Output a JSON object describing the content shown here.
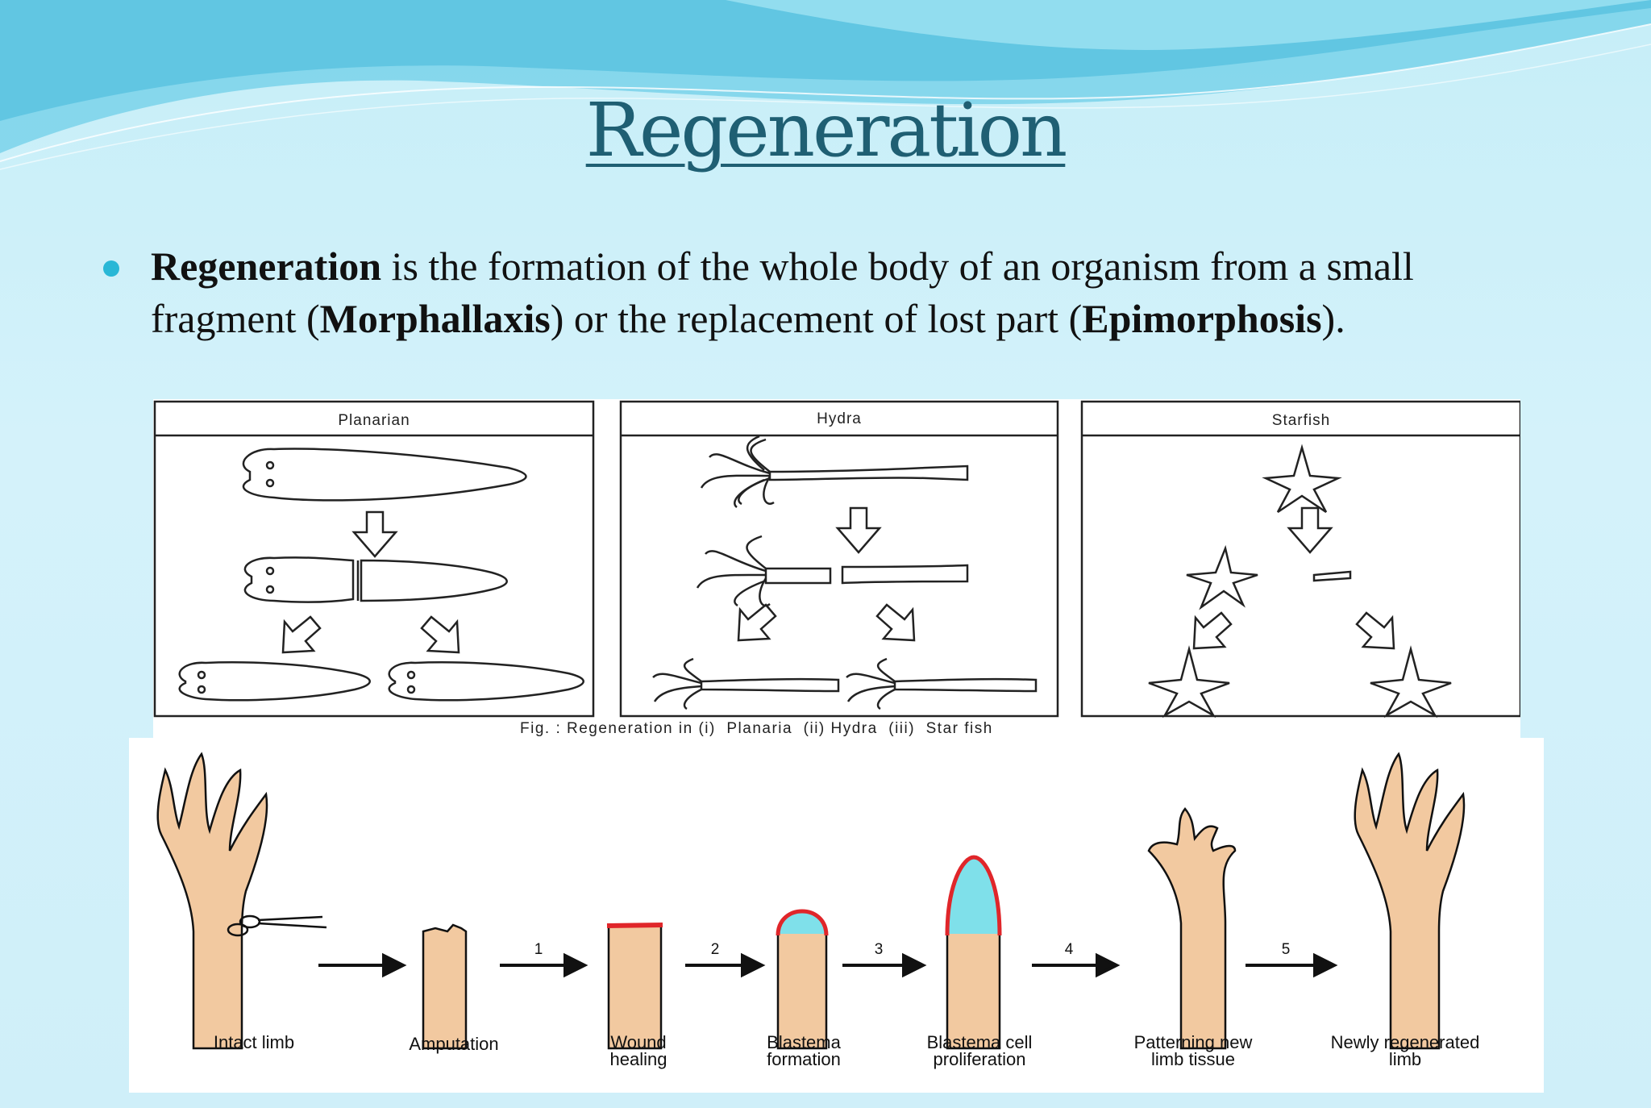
{
  "slide": {
    "title": "Regeneration",
    "bullet": {
      "term": "Regeneration",
      "text1": " is the formation of the whole body of an organism from a small fragment (",
      "term2": "Morphallaxis",
      "text2": ") or the replacement of lost part (",
      "term3": "Epimorphosis",
      "text3": ")."
    }
  },
  "figure1": {
    "panels": [
      "Planarian",
      "Hydra",
      "Starfish"
    ],
    "caption": "Fig. : Regeneration in (i)  Planaria  (ii) Hydra  (iii)  Star fish"
  },
  "figure2": {
    "steps": [
      "1",
      "2",
      "3",
      "4",
      "5"
    ],
    "labels": [
      [
        "Intact limb"
      ],
      [
        "Amputation"
      ],
      [
        "Wound",
        "healing"
      ],
      [
        "Blastema",
        "formation"
      ],
      [
        "Blastema cell",
        "proliferation"
      ],
      [
        "Patterning new",
        "limb tissue"
      ],
      [
        "Newly regenerated",
        "limb"
      ]
    ]
  },
  "colors": {
    "title": "#1f5f73",
    "bullet": "#29b7d6",
    "skin": "#f2c9a0",
    "wound": "#e0262a",
    "blastema": "#7fe0ea"
  }
}
